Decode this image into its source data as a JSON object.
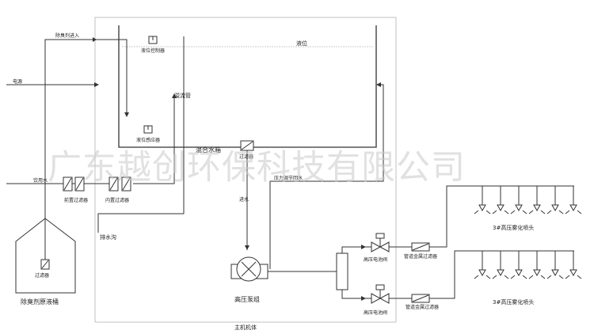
{
  "labels": {
    "deodorant_inlet": "除臭剂进入",
    "power": "电源",
    "liquid_level": "液位",
    "level_controller": "液位控制器",
    "overflow_pipe": "溢流管",
    "level_sensor": "液位感应器",
    "mixing_tank": "混合水箱",
    "filter": "过滤器",
    "drinking_water": "饮用水",
    "pre_filter": "前置过滤器",
    "internal_filter": "内置过滤器",
    "pressure_return": "压力调节回水",
    "water_in": "进水",
    "drain": "排水沟",
    "tank_filter": "过滤器",
    "raw_tank": "除臭剂原液桶",
    "pump_group": "高压泵组",
    "main_body": "主机机体",
    "valve_top": "高压电池阀",
    "valve_bottom": "高压电池阀",
    "pipe_filter_top": "管道金属过滤器",
    "pipe_filter_bottom": "管道金属过滤器",
    "nozzle_top": "3#高压雾化喷头",
    "nozzle_bottom": "3#高压雾化喷头",
    "watermark": "广东越创环保科技有限公司"
  },
  "icons": {
    "valve": "solenoid-valve-icon",
    "pump": "pump-icon",
    "nozzle": "spray-nozzle-icon",
    "filter": "filter-icon",
    "sensor": "level-sensor-icon"
  },
  "colors": {
    "line": "#333333",
    "watermark": "#c8c8c8"
  }
}
